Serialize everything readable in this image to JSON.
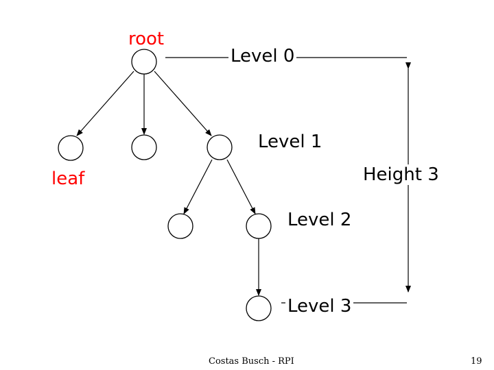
{
  "labels": {
    "root": "root",
    "leaf": "leaf",
    "level0": "Level 0",
    "level1": "Level 1",
    "level2": "Level 2",
    "level3": "Level 3",
    "height": "Height 3"
  },
  "footer": {
    "author": "Costas Busch - RPI",
    "page_number": "19"
  },
  "colors": {
    "accent_text": "#ff0000",
    "text": "#000000",
    "background": "#ffffff"
  }
}
